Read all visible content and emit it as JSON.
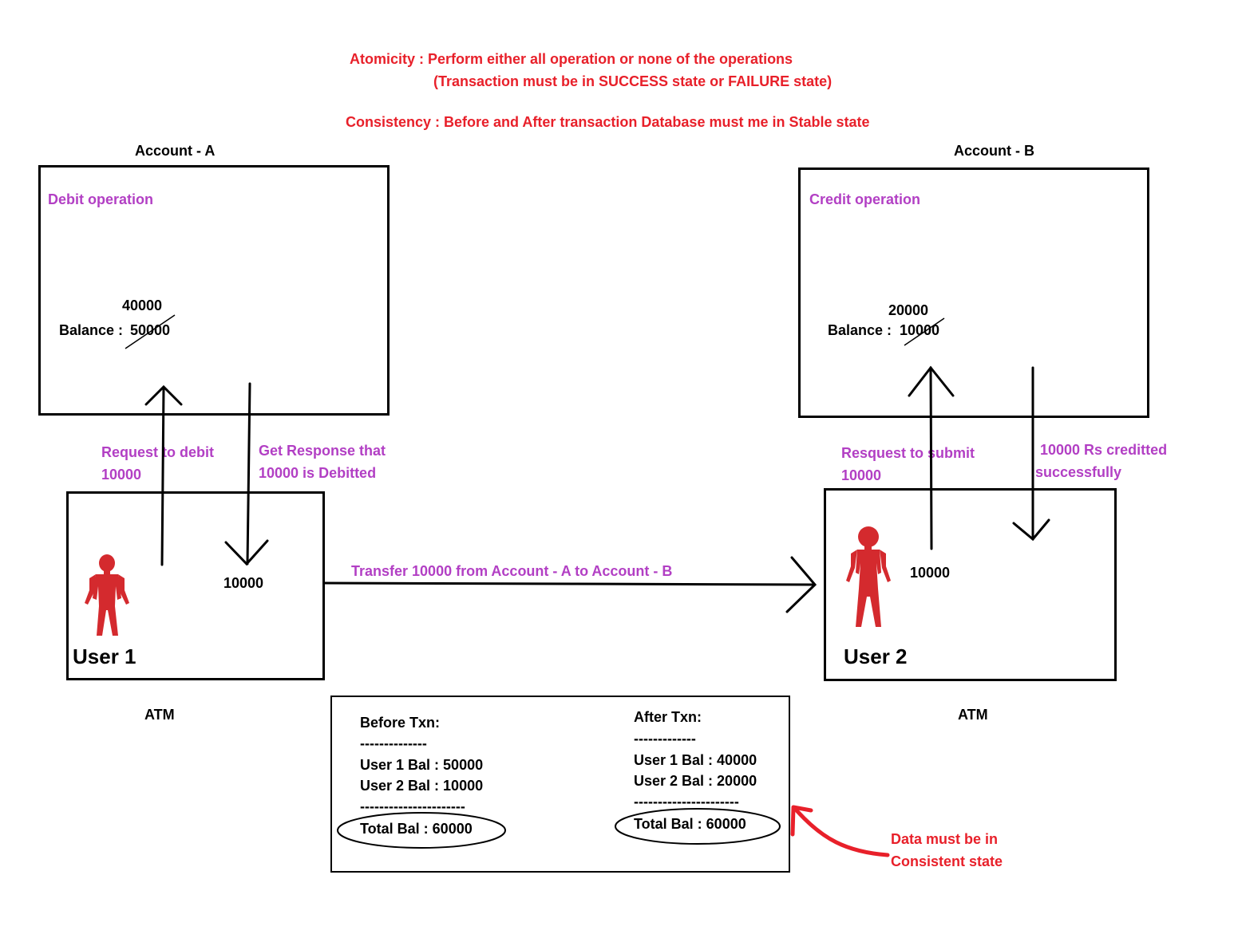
{
  "header": {
    "atomicity_line1": "Atomicity : Perform either all operation or none of the operations",
    "atomicity_line2": "(Transaction must be in SUCCESS state or FAILURE state)",
    "consistency": "Consistency : Before and After transaction Database must me in Stable state"
  },
  "account_a": {
    "title": "Account - A",
    "operation": "Debit operation",
    "new_balance": "40000",
    "balance_label": "Balance : ",
    "old_balance": "50000"
  },
  "account_b": {
    "title": "Account - B",
    "operation": "Credit operation",
    "new_balance": "20000",
    "balance_label": "Balance : ",
    "old_balance": "10000"
  },
  "user1": {
    "name": "User 1",
    "amount": "10000",
    "atm_label": "ATM",
    "request_line1": "Request to debit",
    "request_line2": "10000",
    "response_line1": "Get Response that",
    "response_line2": "10000 is Debitted"
  },
  "user2": {
    "name": "User 2",
    "amount": "10000",
    "atm_label": "ATM",
    "request_line1": "Resquest to submit",
    "request_line2": "10000",
    "response_line1": "10000 Rs creditted",
    "response_line2": "successfully"
  },
  "transfer_label": "Transfer 10000 from Account - A to Account - B",
  "summary": {
    "before_title": "Before Txn:",
    "before_sep": "--------------",
    "before_user1": "User 1 Bal : 50000",
    "before_user2": "User 2 Bal : 10000",
    "before_sep2": "----------------------",
    "before_total": "Total Bal : 60000",
    "after_title": "After Txn:",
    "after_sep": "-------------",
    "after_user1": "User 1 Bal : 40000",
    "after_user2": "User 2 Bal : 20000",
    "after_sep2": "----------------------",
    "after_total": "Total Bal : 60000"
  },
  "note": {
    "line1": "Data must be in",
    "line2": "Consistent state"
  },
  "colors": {
    "red": "#e8202a",
    "purple": "#b23fc4",
    "figure": "#d42a2e"
  },
  "icons": [
    "person-icon",
    "arrow-up-icon",
    "arrow-down-icon",
    "arrow-right-icon",
    "curved-arrow-icon"
  ]
}
